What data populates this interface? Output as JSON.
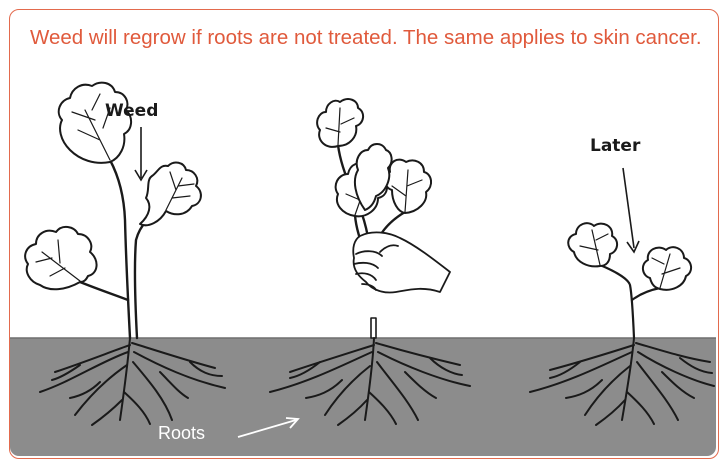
{
  "title": "Weed will regrow if roots are not treated. The same applies to skin cancer.",
  "labels": {
    "weed": "Weed",
    "later": "Later",
    "roots": "Roots"
  },
  "colors": {
    "accent": "#e05a3c",
    "border": "#e36a4d",
    "soil": "#8c8c8c",
    "ink": "#1a1a1a",
    "leaf_fill": "#ffffff"
  },
  "panels": [
    {
      "name": "weed-plant",
      "stage": "whole weed with roots"
    },
    {
      "name": "pulled-weed",
      "stage": "weed pulled by hand, roots left in soil"
    },
    {
      "name": "regrown-weed",
      "stage": "weed regrown from roots"
    }
  ]
}
